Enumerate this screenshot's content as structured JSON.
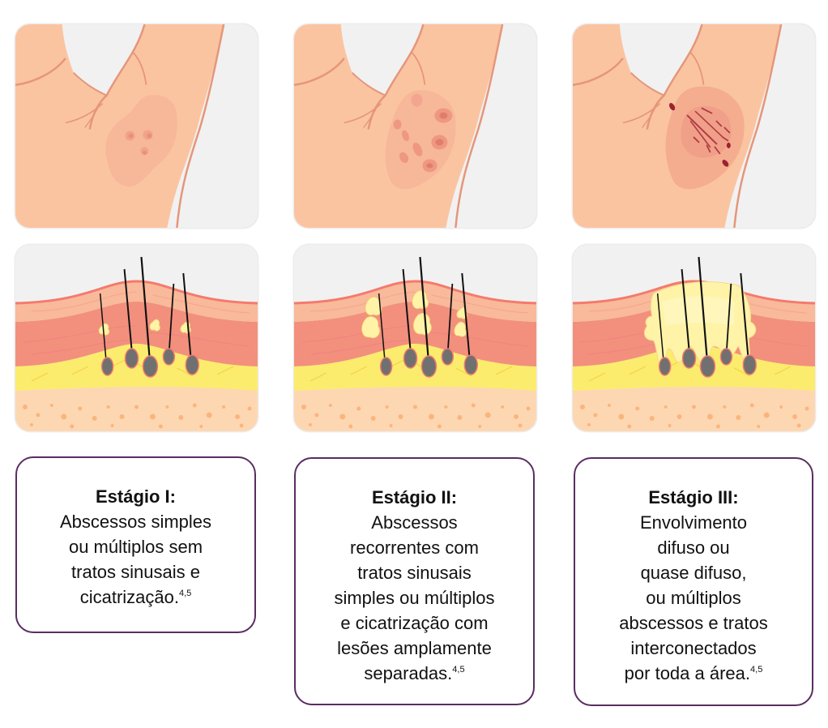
{
  "colors": {
    "skin": "#fbc4a1",
    "skin_line": "#e5967a",
    "background_panel": "#f1f1f1",
    "box_border": "#5a2d62",
    "epidermis": "#f9b99b",
    "dermis": "#f2907d",
    "fat": "#fbec6e",
    "subcutis": "#fdd7b2",
    "hair_bulb": "#707070",
    "pus": "#fff3a8"
  },
  "stages": [
    {
      "id": "stage-1",
      "armpit_illustration": "armpit-stage-1-illustration",
      "skin_illustration": "skin-cross-section-stage-1",
      "title": "Estágio I:",
      "lines": [
        "Abscessos simples",
        "ou múltiplos sem",
        "tratos sinusais e",
        "cicatrização."
      ],
      "superscript": "4,5"
    },
    {
      "id": "stage-2",
      "armpit_illustration": "armpit-stage-2-illustration",
      "skin_illustration": "skin-cross-section-stage-2",
      "title": "Estágio II:",
      "lines": [
        "Abscessos",
        "recorrentes com",
        "tratos sinusais",
        "simples ou múltiplos",
        "e cicatrização com",
        "lesões amplamente",
        "separadas."
      ],
      "superscript": "4,5"
    },
    {
      "id": "stage-3",
      "armpit_illustration": "armpit-stage-3-illustration",
      "skin_illustration": "skin-cross-section-stage-3",
      "title": "Estágio III:",
      "lines": [
        "Envolvimento",
        "difuso ou",
        "quase difuso,",
        "ou múltiplos",
        "abscessos e tratos",
        "interconectados",
        "por toda a área."
      ],
      "superscript": "4,5"
    }
  ]
}
